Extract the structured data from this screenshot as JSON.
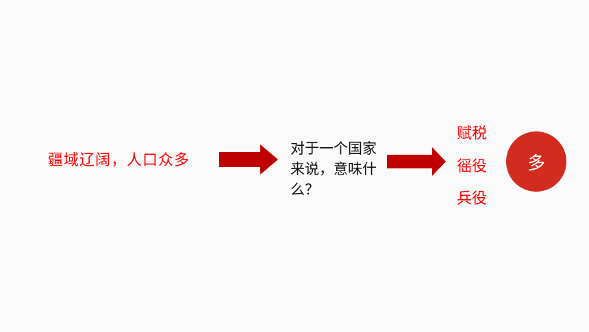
{
  "slide": {
    "left_text": "疆域辽阔，人口众多",
    "middle_text": "对于一个国家来说，意味什么？",
    "burdens": [
      "赋税",
      "徭役",
      "兵役"
    ],
    "circle_text": "多"
  },
  "colors": {
    "background": "#fafafa",
    "red_text": "#ff0000",
    "arrow": "#c00000",
    "circle": "#d22b20",
    "dark_text": "#111111"
  },
  "icons": [
    "right-arrow-icon",
    "right-arrow-icon"
  ]
}
